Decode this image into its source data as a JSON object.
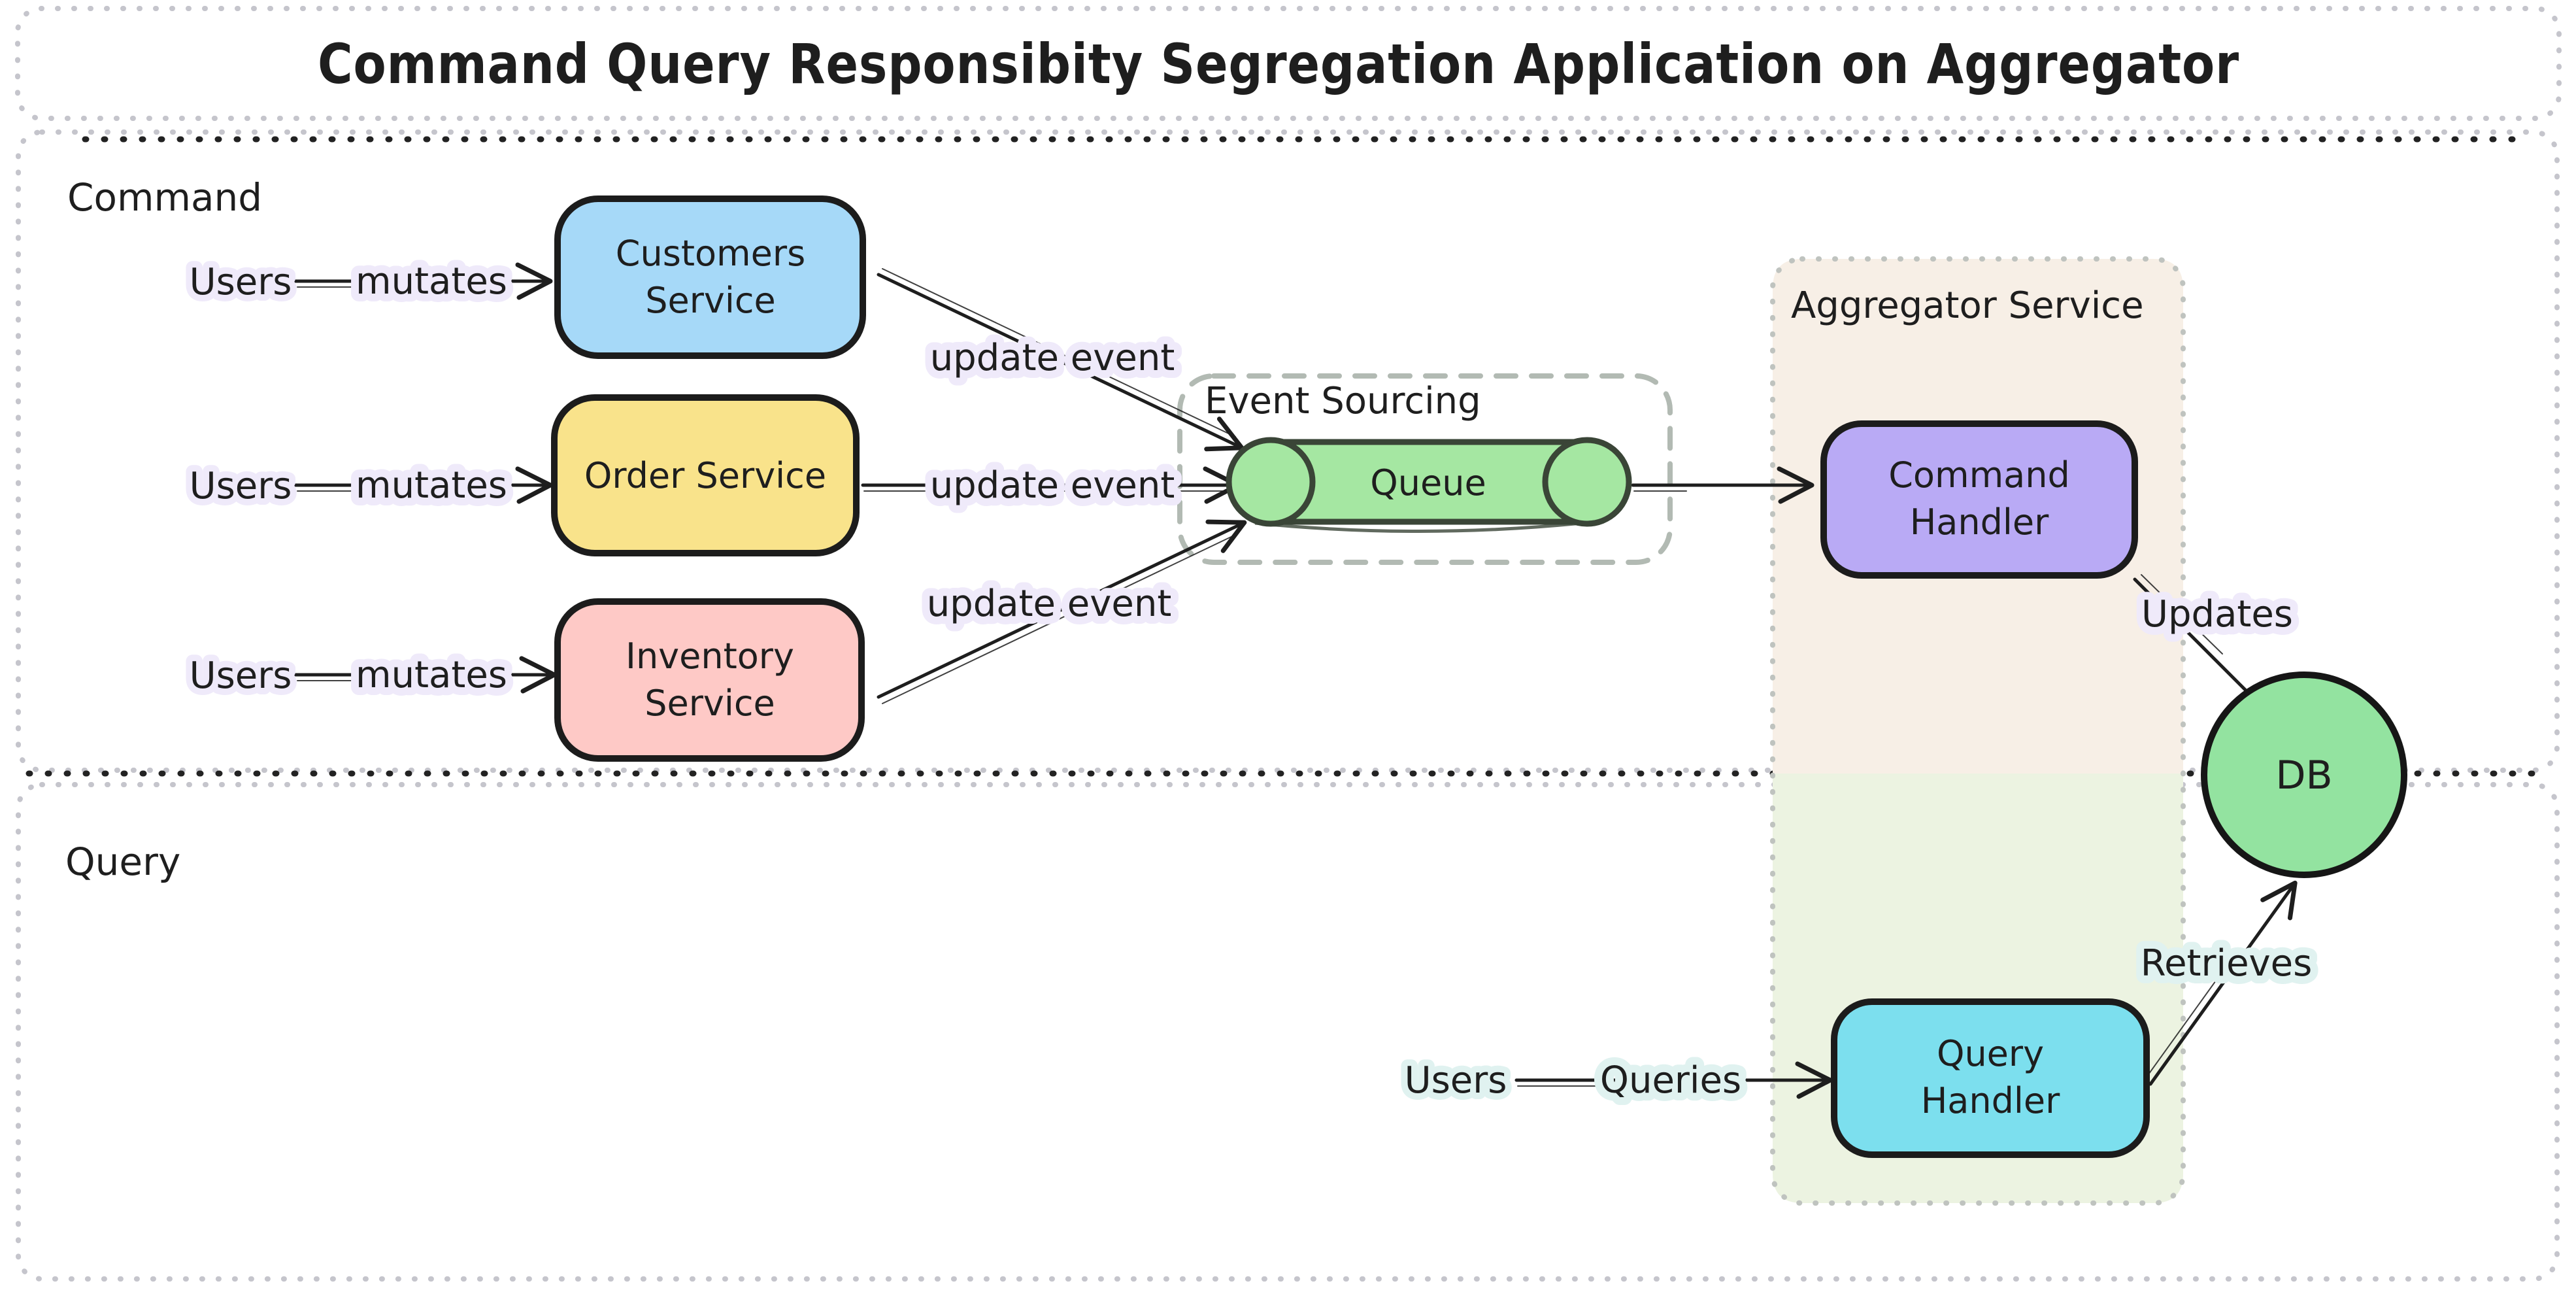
{
  "title": "Command Query Responsibity Segregation Application on Aggregator",
  "sections": {
    "command": "Command",
    "query": "Query"
  },
  "containers": {
    "event_sourcing": "Event Sourcing",
    "aggregator": "Aggregator Service"
  },
  "nodes": {
    "customers_service": {
      "line1": "Customers",
      "line2": "Service",
      "color": "#a6d9f8"
    },
    "order_service": {
      "label": "Order Service",
      "color": "#f9e38b"
    },
    "inventory_service": {
      "line1": "Inventory",
      "line2": "Service",
      "color": "#fec9c6"
    },
    "queue": {
      "label": "Queue",
      "color": "#a5e7a2"
    },
    "command_handler": {
      "line1": "Command",
      "line2": "Handler",
      "color": "#b9aaf5"
    },
    "query_handler": {
      "line1": "Query",
      "line2": "Handler",
      "color": "#7cdfee"
    },
    "db": {
      "label": "DB",
      "color": "#93e3a0"
    }
  },
  "labels": {
    "users": "Users",
    "mutates": "mutates",
    "update_event": "update event",
    "queries": "Queries",
    "updates": "Updates",
    "retrieves": "Retrieves"
  },
  "colors": {
    "ink": "#1e1e1e",
    "title_bg": "#f2f1f4",
    "command_bg": "#efeafa",
    "query_bg": "#e0f2f0",
    "event_sourcing_bg": "#e4efe9",
    "aggregator_top_bg": "#f7efe6",
    "aggregator_bottom_bg": "#ecf3e1",
    "queue_stroke": "#3a4537"
  }
}
